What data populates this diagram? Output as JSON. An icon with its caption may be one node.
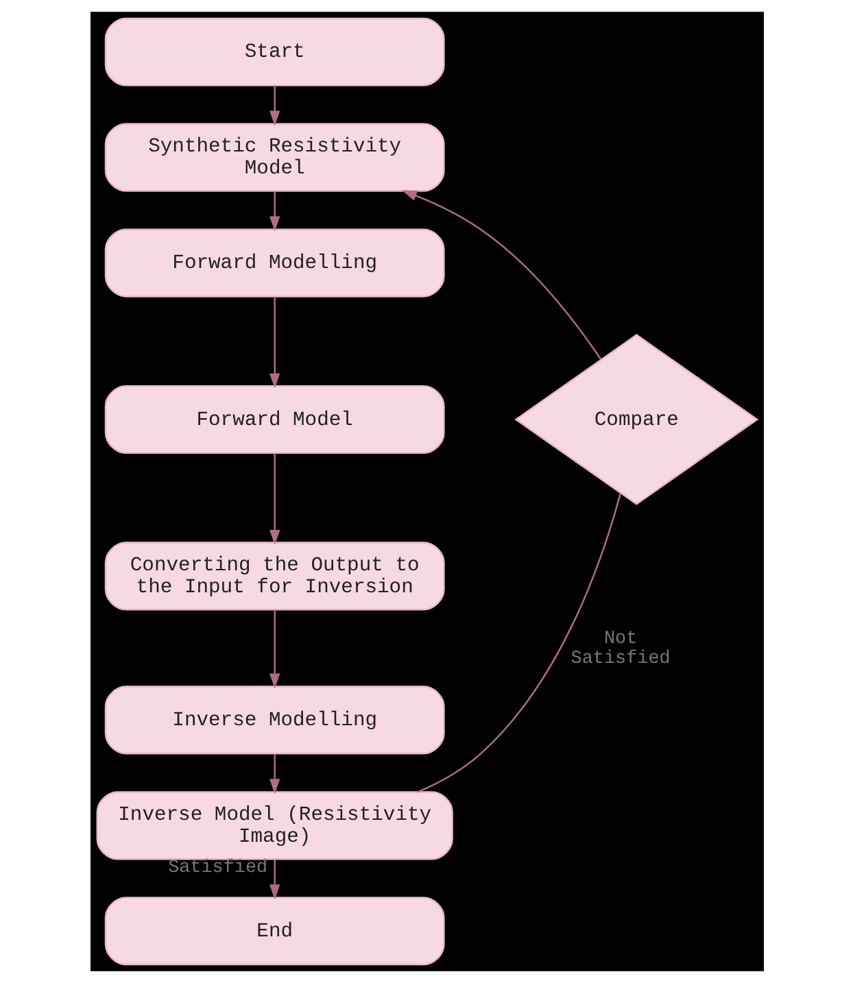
{
  "diagram": {
    "nodes": [
      {
        "text": [
          "Start"
        ]
      },
      {
        "text": [
          "Synthetic Resistivity Model"
        ]
      },
      {
        "text": [
          "Forward Modelling"
        ]
      },
      {
        "text": [
          "Forward Model"
        ]
      },
      {
        "text": [
          "Converting the Output to the Input for Inversion"
        ]
      },
      {
        "text": [
          "Inverse Modelling"
        ]
      },
      {
        "text": [
          "Inverse Model (Resistivity Image)"
        ]
      },
      {
        "text": [
          "End"
        ]
      },
      {
        "text": [
          "Compare"
        ]
      }
    ],
    "edges": [
      {
        "from": 0,
        "to": 1,
        "arrow": "to"
      },
      {
        "from": 1,
        "to": 2,
        "arrow": "to"
      },
      {
        "from": 2,
        "to": 3,
        "arrow": "to"
      },
      {
        "from": 3,
        "to": 4,
        "arrow": "to"
      },
      {
        "from": 4,
        "to": 5,
        "arrow": "to"
      },
      {
        "from": 5,
        "to": 6,
        "arrow": "to"
      },
      {
        "from": 6,
        "to": 7,
        "arrow": "to",
        "label": "Satisfied"
      },
      {
        "from": 6,
        "to": 8,
        "arrow": "none",
        "label": "Not Satisfied"
      },
      {
        "from": 8,
        "to": 1,
        "arrow": "to"
      }
    ]
  }
}
